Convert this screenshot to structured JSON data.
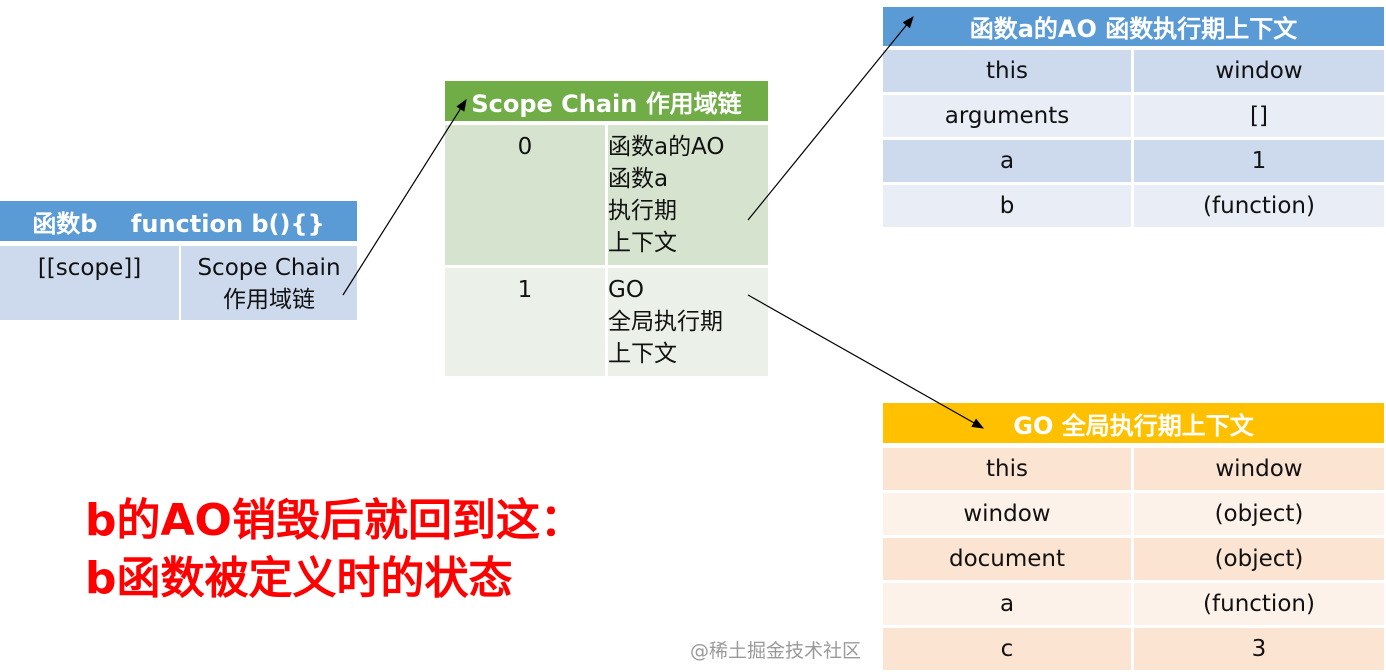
{
  "func_b": {
    "header": "函数b    function b(){}",
    "key": "[[scope]]",
    "value": [
      "Scope Chain",
      "作用域链"
    ]
  },
  "scope_chain": {
    "header": "Scope Chain 作用域链",
    "rows": [
      {
        "index": "0",
        "value": [
          "函数a的AO",
          "函数a",
          "执行期",
          "上下文"
        ]
      },
      {
        "index": "1",
        "value": [
          "GO",
          "全局执行期",
          "上下文"
        ]
      }
    ]
  },
  "ao_a": {
    "header": "函数a的AO 函数执行期上下文",
    "rows": [
      {
        "k": "this",
        "v": "window"
      },
      {
        "k": "arguments",
        "v": "[]"
      },
      {
        "k": "a",
        "v": "1"
      },
      {
        "k": "b",
        "v": "(function)"
      }
    ]
  },
  "go": {
    "header": "GO 全局执行期上下文",
    "rows": [
      {
        "k": "this",
        "v": "window"
      },
      {
        "k": "window",
        "v": "(object)"
      },
      {
        "k": "document",
        "v": "(object)"
      },
      {
        "k": "a",
        "v": "(function)"
      },
      {
        "k": "c",
        "v": "3"
      }
    ]
  },
  "note": {
    "line1": "b的AO销毁后就回到这：",
    "line2": "b函数被定义时的状态"
  },
  "watermark": "@稀土掘金技术社区"
}
